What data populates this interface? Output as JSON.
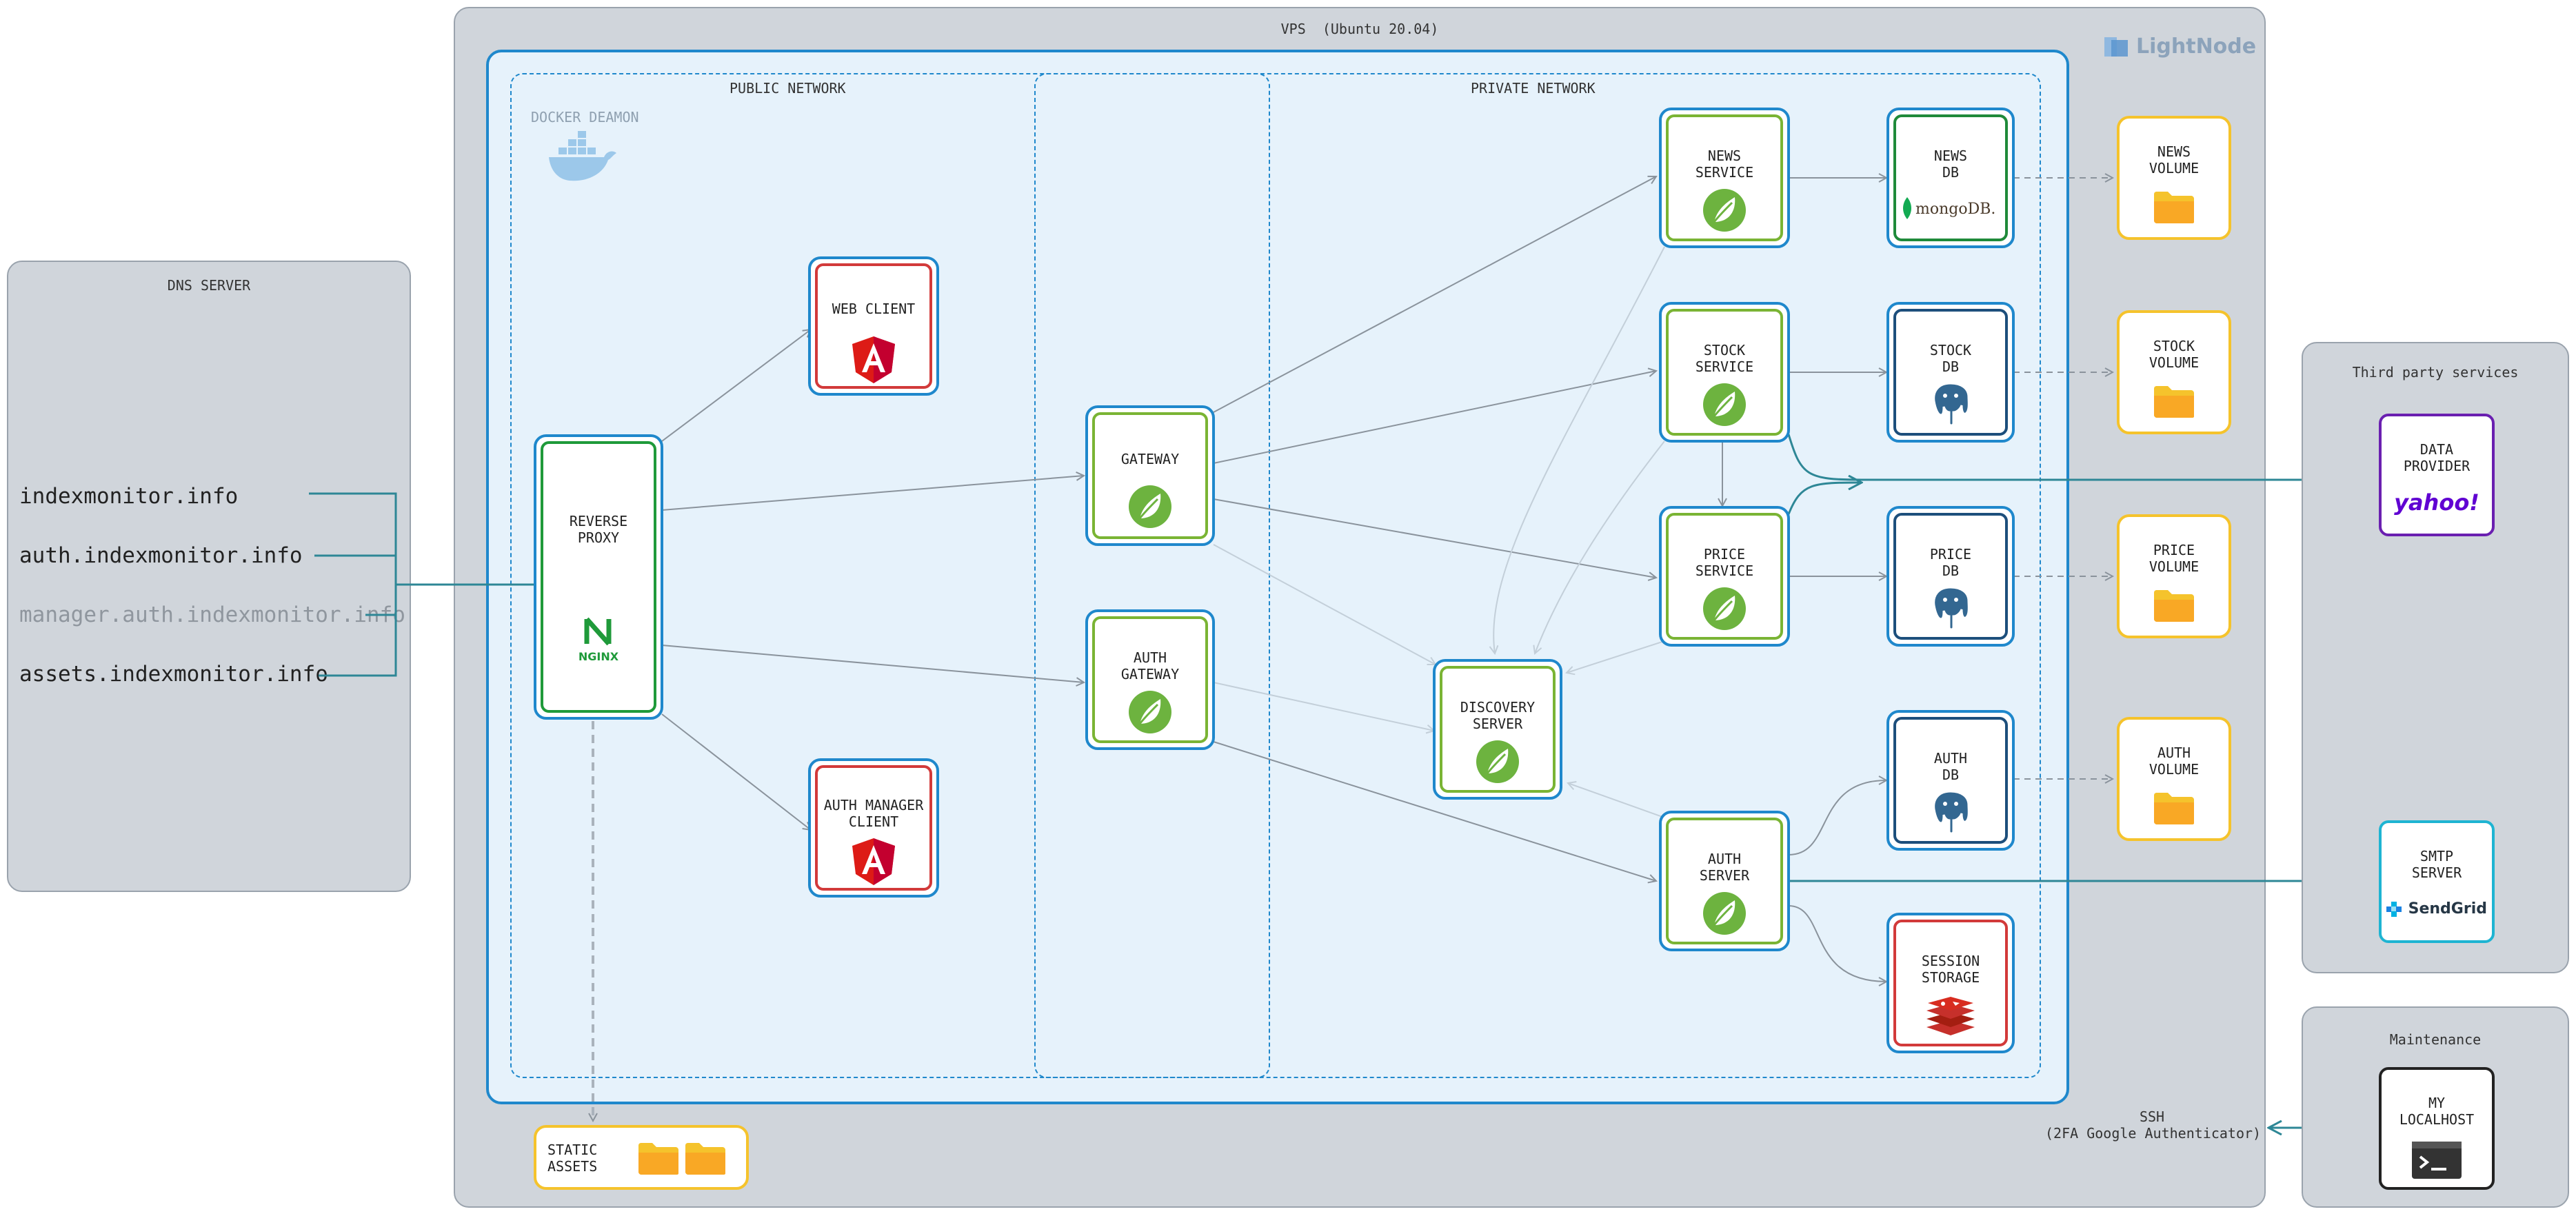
{
  "dns": {
    "title": "DNS SERVER",
    "domains": [
      "indexmonitor.info",
      "auth.indexmonitor.info",
      "manager.auth.indexmonitor.info",
      "assets.indexmonitor.info"
    ]
  },
  "vps": {
    "title": "VPS  (Ubuntu 20.04)",
    "brand": "LightNode",
    "docker_label": "DOCKER DEAMON",
    "public_network": "PUBLIC NETWORK",
    "private_network": "PRIVATE NETWORK",
    "ssh_label": "SSH\n(2FA Google Authenticator)"
  },
  "nodes": {
    "reverse_proxy": "REVERSE\nPROXY",
    "web_client": "WEB CLIENT",
    "auth_manager_client": "AUTH MANAGER\nCLIENT",
    "gateway": "GATEWAY",
    "auth_gateway": "AUTH\nGATEWAY",
    "discovery_server": "DISCOVERY\nSERVER",
    "news_service": "NEWS\nSERVICE",
    "stock_service": "STOCK\nSERVICE",
    "price_service": "PRICE\nSERVICE",
    "auth_server": "AUTH\nSERVER",
    "news_db": "NEWS\nDB",
    "stock_db": "STOCK\nDB",
    "price_db": "PRICE\nDB",
    "auth_db": "AUTH\nDB",
    "session_storage": "SESSION\nSTORAGE",
    "news_volume": "NEWS\nVOLUME",
    "stock_volume": "STOCK\nVOLUME",
    "price_volume": "PRICE\nVOLUME",
    "auth_volume": "AUTH\nVOLUME",
    "static_assets": "STATIC\nASSETS"
  },
  "third_party": {
    "title": "Third party services",
    "data_provider": "DATA\nPROVIDER",
    "data_provider_logo": "yahoo!",
    "smtp_server": "SMTP\nSERVER",
    "smtp_logo": "SendGrid"
  },
  "maintenance": {
    "title": "Maintenance",
    "localhost": "MY\nLOCALHOST"
  },
  "logos": {
    "nginx": "NGINX",
    "mongodb": "mongoDB."
  },
  "colors": {
    "panel": "#d0d5db",
    "vps_network": "#e6f2fb",
    "accent_blue": "#1f88cc",
    "spring_green": "#7ab434",
    "angular_red": "#d23a3a",
    "postgres_blue": "#336791",
    "volume_yellow": "#f5c32c",
    "teal_line": "#2e8796"
  }
}
